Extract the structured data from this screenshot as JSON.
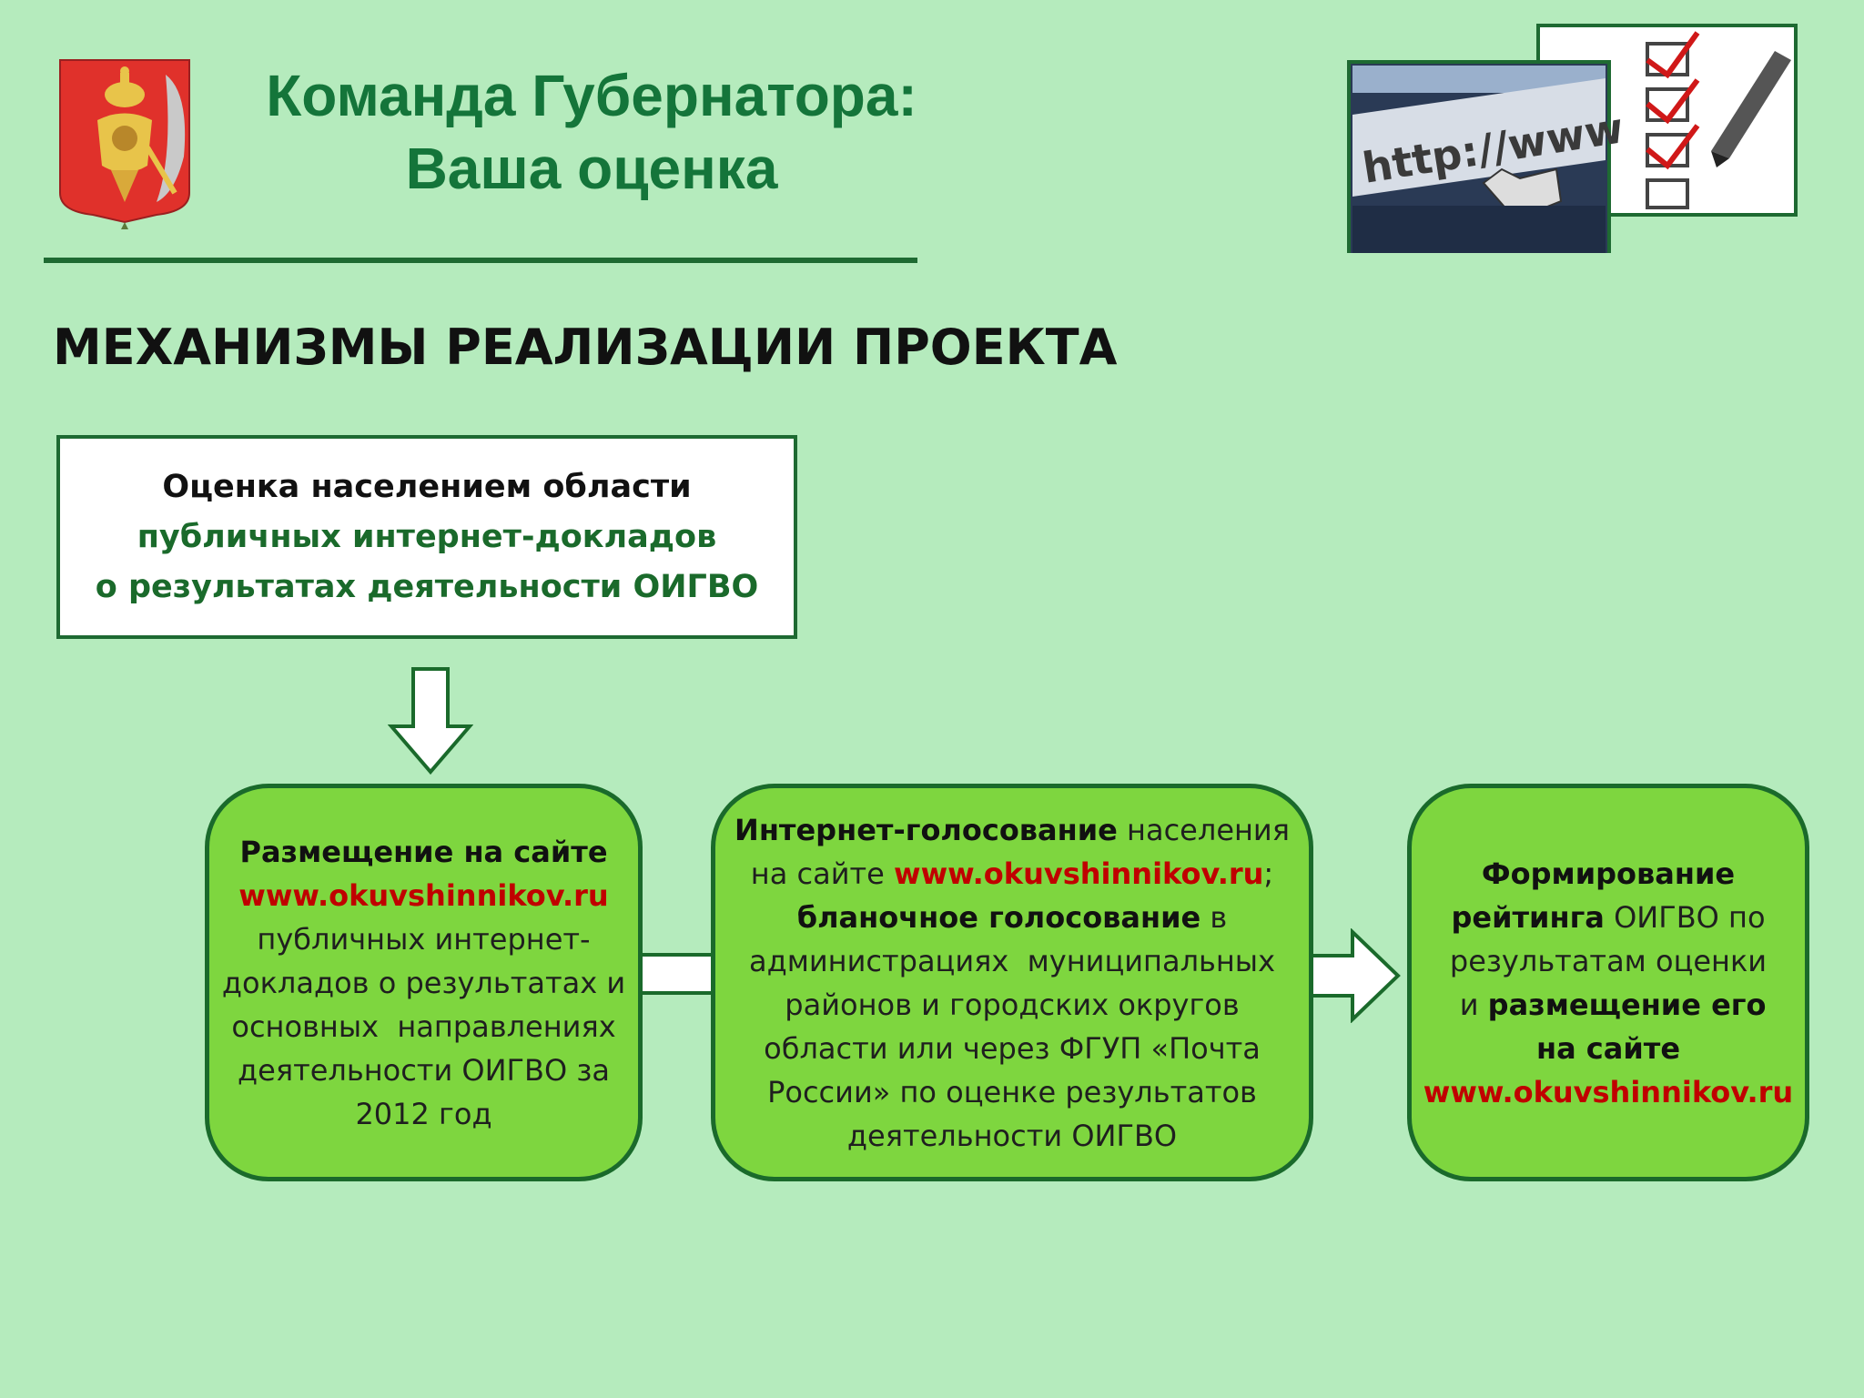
{
  "header": {
    "title_line1": "Команда Губернатора:",
    "title_line2": "Ваша оценка"
  },
  "coat_of_arms": {
    "icon": "coat-of-arms-icon",
    "colors": {
      "shield": "#e0312b",
      "figure": "#e8c44a"
    }
  },
  "illustration": {
    "icon": "internet-voting-checklist-icon",
    "url_text": "http://www"
  },
  "section_heading": "МЕХАНИЗМЫ РЕАЛИЗАЦИИ ПРОЕКТА",
  "top_box": {
    "line1": "Оценка  населением области",
    "line2": "публичных интернет-докладов",
    "line3": "о результатах деятельности ОИГВО"
  },
  "steps": [
    {
      "lines": [
        [
          {
            "t": "Размещение на сайте",
            "s": "b"
          }
        ],
        [
          {
            "t": "www.okuvshinnikov.ru",
            "s": "red"
          }
        ],
        [
          {
            "t": "публичных интернет-",
            "s": ""
          }
        ],
        [
          {
            "t": "докладов о результатах и",
            "s": ""
          }
        ],
        [
          {
            "t": "основных  направлениях",
            "s": ""
          }
        ],
        [
          {
            "t": "деятельности ОИГВО за",
            "s": ""
          }
        ],
        [
          {
            "t": "2012 год",
            "s": ""
          }
        ]
      ]
    },
    {
      "lines": [
        [
          {
            "t": "Интернет-голосование",
            "s": "b"
          },
          {
            "t": " населения",
            "s": ""
          }
        ],
        [
          {
            "t": "на сайте ",
            "s": ""
          },
          {
            "t": "www.okuvshinnikov.ru",
            "s": "red"
          },
          {
            "t": ";",
            "s": ""
          }
        ],
        [
          {
            "t": "бланочное голосование",
            "s": "b"
          },
          {
            "t": " в",
            "s": ""
          }
        ],
        [
          {
            "t": "администрациях  муниципальных",
            "s": ""
          }
        ],
        [
          {
            "t": "районов и городских округов",
            "s": ""
          }
        ],
        [
          {
            "t": "области или через ФГУП «Почта",
            "s": ""
          }
        ],
        [
          {
            "t": "России» по оценке результатов",
            "s": ""
          }
        ],
        [
          {
            "t": "деятельности ОИГВО",
            "s": ""
          }
        ]
      ]
    },
    {
      "lines": [
        [
          {
            "t": "Формирование",
            "s": "b"
          }
        ],
        [
          {
            "t": "рейтинга",
            "s": "b"
          },
          {
            "t": " ОИГВО по",
            "s": ""
          }
        ],
        [
          {
            "t": "результатам оценки",
            "s": ""
          }
        ],
        [
          {
            "t": " и ",
            "s": ""
          },
          {
            "t": "размещение его",
            "s": "b"
          }
        ],
        [
          {
            "t": "на сайте",
            "s": "b"
          }
        ],
        [
          {
            "t": "www.okuvshinnikov.ru",
            "s": "red"
          }
        ]
      ]
    }
  ],
  "colors": {
    "background": "#b5ebbd",
    "title_green": "#14753a",
    "box_fill": "#7ed63f",
    "box_border": "#1a6a2b",
    "link_red": "#c00000"
  }
}
